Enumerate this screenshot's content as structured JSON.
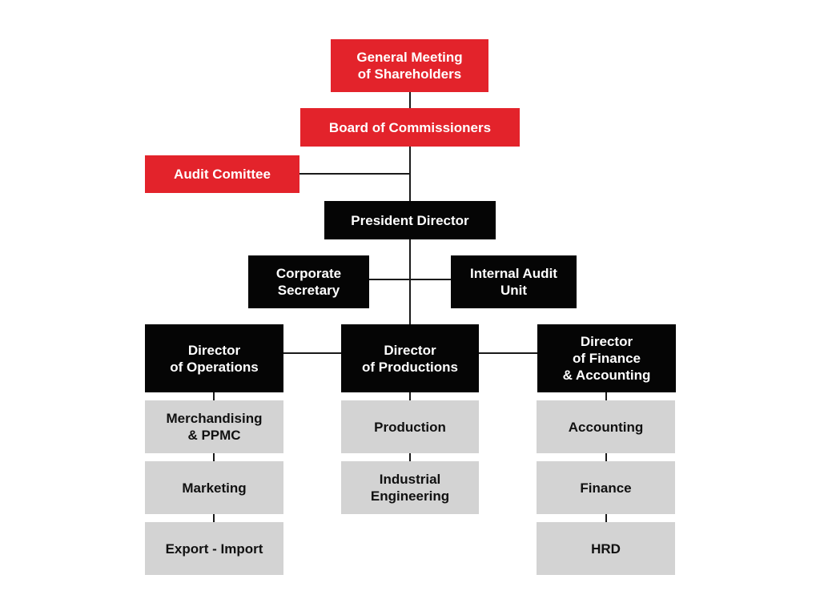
{
  "colors": {
    "governance": "#e3232b",
    "management": "#050505",
    "department": "#d3d3d3",
    "connector": "#1a1a1a"
  },
  "org_chart": {
    "governance": {
      "shareholders": "General Meeting\nof Shareholders",
      "commissioners": "Board of Commissioners",
      "audit_committee": "Audit Comittee"
    },
    "executive": {
      "president": "President Director",
      "corporate_secretary": "Corporate\nSecretary",
      "internal_audit": "Internal Audit\nUnit"
    },
    "directors": {
      "operations": "Director\nof Operations",
      "productions": "Director\nof Productions",
      "finance": "Director\nof Finance\n& Accounting"
    },
    "departments": {
      "operations": [
        "Merchandising\n& PPMC",
        "Marketing",
        "Export - Import"
      ],
      "productions": [
        "Production",
        "Industrial\nEngineering"
      ],
      "finance": [
        "Accounting",
        "Finance",
        "HRD"
      ]
    }
  }
}
